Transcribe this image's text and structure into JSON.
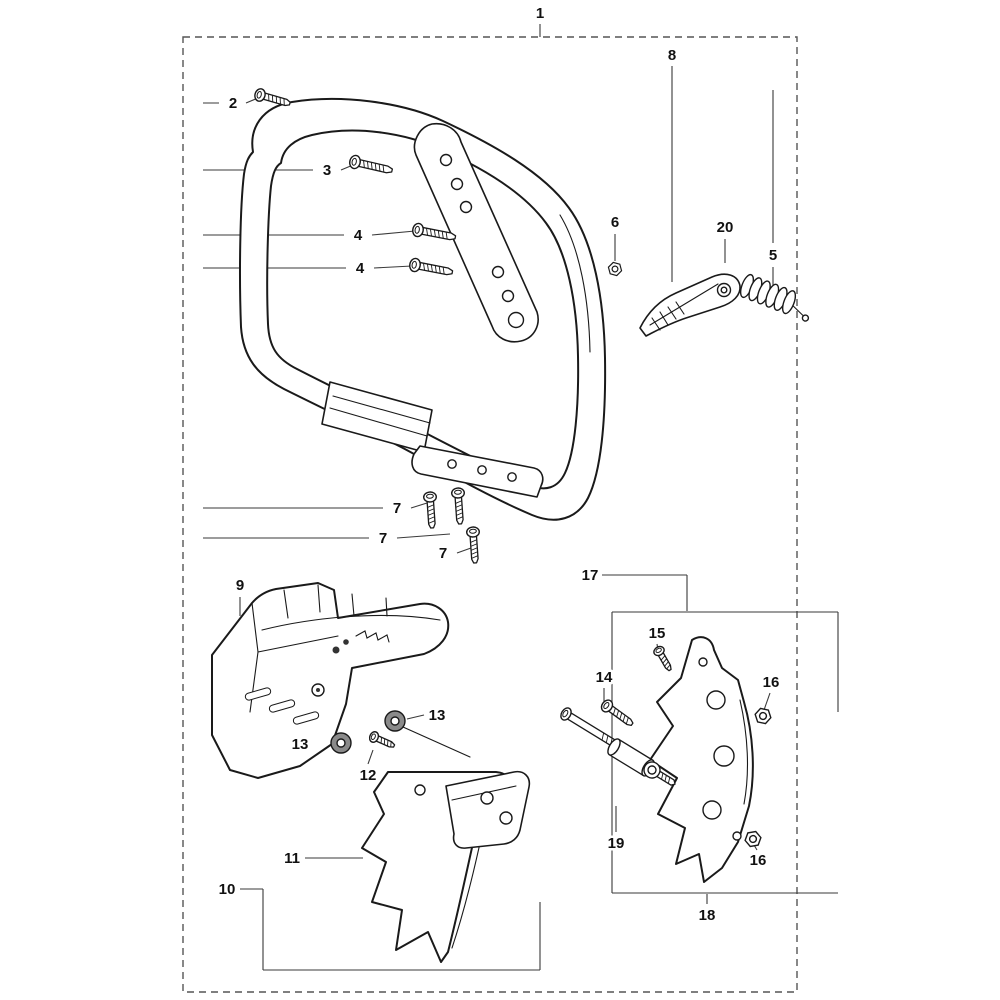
{
  "diagram": {
    "kind": "exploded-parts-diagram",
    "background_color": "#ffffff",
    "line_color": "#1a1a1a",
    "boundary_style": "dashed"
  },
  "labels": [
    {
      "text": "1"
    },
    {
      "text": "2"
    },
    {
      "text": "3"
    },
    {
      "text": "4"
    },
    {
      "text": "4"
    },
    {
      "text": "5"
    },
    {
      "text": "6"
    },
    {
      "text": "7"
    },
    {
      "text": "7"
    },
    {
      "text": "7"
    },
    {
      "text": "8"
    },
    {
      "text": "9"
    },
    {
      "text": "10"
    },
    {
      "text": "11"
    },
    {
      "text": "12"
    },
    {
      "text": "13"
    },
    {
      "text": "13"
    },
    {
      "text": "14"
    },
    {
      "text": "15"
    },
    {
      "text": "16"
    },
    {
      "text": "16"
    },
    {
      "text": "17"
    },
    {
      "text": "18"
    },
    {
      "text": "19"
    },
    {
      "text": "20"
    }
  ]
}
